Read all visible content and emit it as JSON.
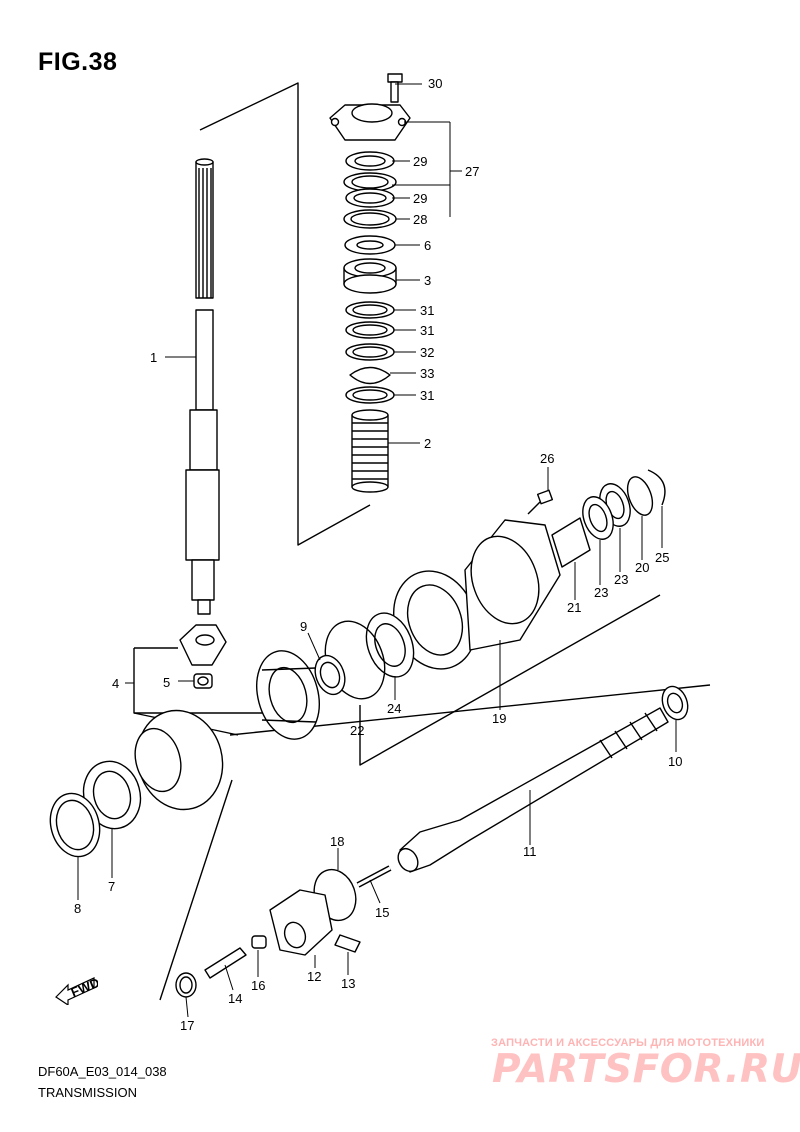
{
  "figure": {
    "title": "FIG.38",
    "code": "DF60A_E03_014_038",
    "caption": "TRANSMISSION",
    "direction_mark": "FWD"
  },
  "watermark": {
    "subtitle": "ЗАПЧАСТИ И АКСЕССУАРЫ ДЛЯ МОТОТЕХНИКИ",
    "logo": "PARTSFOR.RU"
  },
  "callouts": [
    {
      "id": "c1",
      "label": "1"
    },
    {
      "id": "c2",
      "label": "2"
    },
    {
      "id": "c3",
      "label": "3"
    },
    {
      "id": "c4",
      "label": "4"
    },
    {
      "id": "c5",
      "label": "5"
    },
    {
      "id": "c6",
      "label": "6"
    },
    {
      "id": "c7",
      "label": "7"
    },
    {
      "id": "c8",
      "label": "8"
    },
    {
      "id": "c9",
      "label": "9"
    },
    {
      "id": "c10",
      "label": "10"
    },
    {
      "id": "c11",
      "label": "11"
    },
    {
      "id": "c12",
      "label": "12"
    },
    {
      "id": "c13",
      "label": "13"
    },
    {
      "id": "c14",
      "label": "14"
    },
    {
      "id": "c15",
      "label": "15"
    },
    {
      "id": "c16",
      "label": "16"
    },
    {
      "id": "c17",
      "label": "17"
    },
    {
      "id": "c18",
      "label": "18"
    },
    {
      "id": "c19",
      "label": "19"
    },
    {
      "id": "c20",
      "label": "20"
    },
    {
      "id": "c21",
      "label": "21"
    },
    {
      "id": "c22",
      "label": "22"
    },
    {
      "id": "c23a",
      "label": "23"
    },
    {
      "id": "c23b",
      "label": "23"
    },
    {
      "id": "c24",
      "label": "24"
    },
    {
      "id": "c25",
      "label": "25"
    },
    {
      "id": "c26",
      "label": "26"
    },
    {
      "id": "c27",
      "label": "27"
    },
    {
      "id": "c28",
      "label": "28"
    },
    {
      "id": "c29a",
      "label": "29"
    },
    {
      "id": "c29b",
      "label": "29"
    },
    {
      "id": "c30",
      "label": "30"
    },
    {
      "id": "c31a",
      "label": "31"
    },
    {
      "id": "c31b",
      "label": "31"
    },
    {
      "id": "c31c",
      "label": "31"
    },
    {
      "id": "c32",
      "label": "32"
    },
    {
      "id": "c33",
      "label": "33"
    }
  ]
}
